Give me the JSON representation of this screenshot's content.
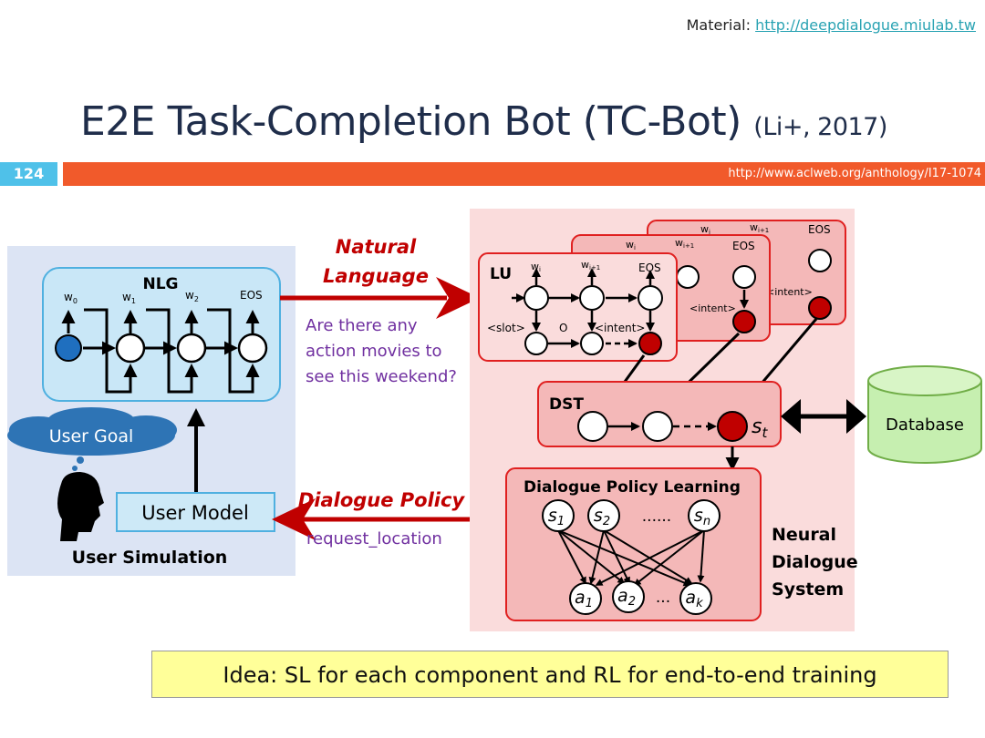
{
  "header": {
    "material_label": "Material:",
    "material_url": "http://deepdialogue.miulab.tw",
    "title": "E2E Task-Completion Bot (TC-Bot)",
    "title_cite": "(Li+, 2017)",
    "slide_number": "124",
    "ref_url": "http://www.aclweb.org/anthology/I17-1074"
  },
  "diagram": {
    "user_sim": {
      "label": "User Simulation",
      "nlg_label": "NLG",
      "nlg_words": [
        "w",
        "w",
        "w",
        "EOS"
      ],
      "nlg_subs": [
        "0",
        "1",
        "2"
      ],
      "user_goal": "User Goal",
      "user_model": "User Model"
    },
    "arrows": {
      "nl_line1": "Natural",
      "nl_line2": "Language",
      "nl_example": [
        "Are there any",
        "action movies to",
        "see this weekend?"
      ],
      "dp_label": "Dialogue Policy",
      "dp_example": "request_location"
    },
    "system": {
      "lu_label": "LU",
      "lu_words": [
        "w",
        "w",
        "EOS"
      ],
      "lu_subs": [
        "i",
        "i+1"
      ],
      "slot": "<slot>",
      "o": "O",
      "intent": "<intent>",
      "dst_label": "DST",
      "dst_state": "s",
      "dst_sub": "t",
      "policy_title": "Dialogue Policy Learning",
      "policy_states": [
        "s",
        "s",
        "s"
      ],
      "policy_state_subs": [
        "1",
        "2",
        "n"
      ],
      "policy_actions": [
        "a",
        "a",
        "a"
      ],
      "policy_action_subs": [
        "1",
        "2",
        "k"
      ],
      "ellipsis_states": "......",
      "ellipsis_actions": "...",
      "neural_label": [
        "Neural",
        "Dialogue",
        "System"
      ],
      "database": "Database"
    }
  },
  "idea": "Idea: SL for each component and RL for end-to-end training",
  "colors": {
    "orange_bar": "#f15a2b",
    "num_box": "#4fc1e9",
    "red_arrow": "#c00000",
    "purple_text": "#7030a0",
    "sim_bg": "#dce4f4",
    "sys_bg": "#fadcdc",
    "db_green": "#c6efb0"
  }
}
